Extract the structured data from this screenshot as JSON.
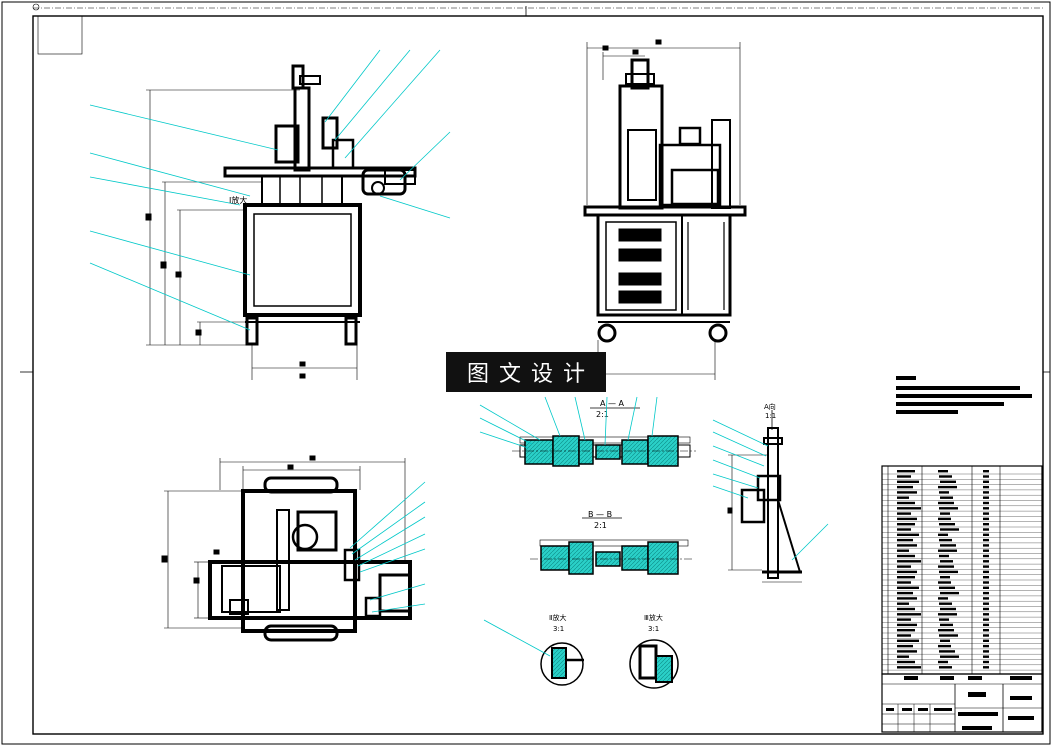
{
  "watermark": {
    "text": "图文设计"
  },
  "views": {
    "detail_i": {
      "label": "I放大"
    },
    "section_a": {
      "title": "A — A",
      "scale": "2:1"
    },
    "section_b": {
      "title": "B — B",
      "scale": "2:1"
    },
    "section_small": {
      "title": "A向",
      "scale": "1:1"
    },
    "detail_ii": {
      "title": "Ⅱ放大",
      "scale": "3:1"
    },
    "detail_iii": {
      "title": "Ⅲ放大",
      "scale": "3:1"
    }
  },
  "colors": {
    "line": "#000000",
    "leader": "#00c8c8",
    "hatch": "#2ad0c8",
    "background": "#ffffff"
  }
}
